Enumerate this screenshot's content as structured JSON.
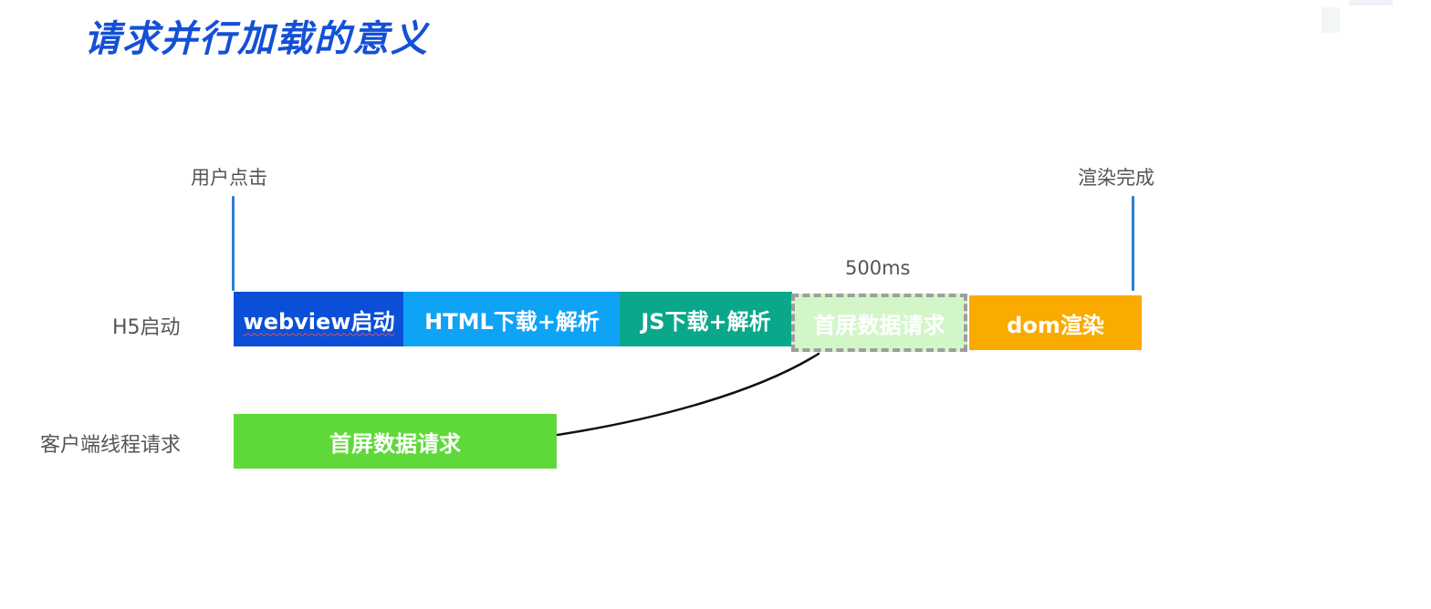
{
  "title": "请求并行加载的意义",
  "markers": {
    "start": "用户点击",
    "end": "渲染完成"
  },
  "duration_label": "500ms",
  "rows": {
    "h5": {
      "label": "H5启动",
      "segments": [
        {
          "label": "webview启动",
          "color": "#0b4fd8"
        },
        {
          "label": "HTML下载+解析",
          "color": "#0fa3f5"
        },
        {
          "label": "JS下载+解析",
          "color": "#0aa88a"
        },
        {
          "label": "首屏数据请求",
          "color": "#d3f6c9",
          "style": "dashed"
        },
        {
          "label": "dom渲染",
          "color": "#fbaa00"
        }
      ]
    },
    "client": {
      "label": "客户端线程请求",
      "segments": [
        {
          "label": "首屏数据请求",
          "color": "#5fd939"
        }
      ]
    }
  },
  "colors": {
    "title": "#1350d6",
    "marker_line": "#2a7fd0",
    "text_gray": "#555555",
    "dashed_border": "#9e9e9e",
    "connector": "#111111"
  }
}
